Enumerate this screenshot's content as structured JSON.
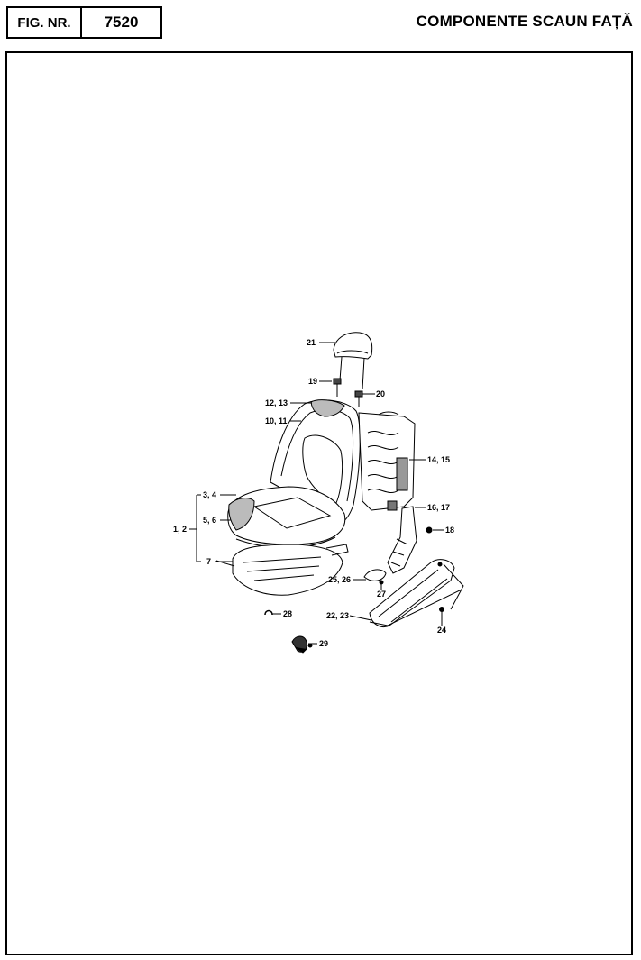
{
  "header": {
    "fig_label": "FIG. NR.",
    "fig_number": "7520",
    "title": "COMPONENTE SCAUN FAȚĂ"
  },
  "callouts": [
    {
      "id": "c21",
      "text": "21"
    },
    {
      "id": "c19",
      "text": "19"
    },
    {
      "id": "c20",
      "text": "20"
    },
    {
      "id": "c1213",
      "text": "12, 13"
    },
    {
      "id": "c1011",
      "text": "10, 11"
    },
    {
      "id": "c1415",
      "text": "14, 15"
    },
    {
      "id": "c34",
      "text": "3, 4"
    },
    {
      "id": "c1617",
      "text": "16, 17"
    },
    {
      "id": "c12",
      "text": "1, 2"
    },
    {
      "id": "c56",
      "text": "5, 6"
    },
    {
      "id": "c18",
      "text": "18"
    },
    {
      "id": "c7",
      "text": "7"
    },
    {
      "id": "c2526",
      "text": "25, 26"
    },
    {
      "id": "c27",
      "text": "27"
    },
    {
      "id": "c28",
      "text": "28"
    },
    {
      "id": "c2223",
      "text": "22, 23"
    },
    {
      "id": "c24",
      "text": "24"
    },
    {
      "id": "c29",
      "text": "29"
    }
  ]
}
